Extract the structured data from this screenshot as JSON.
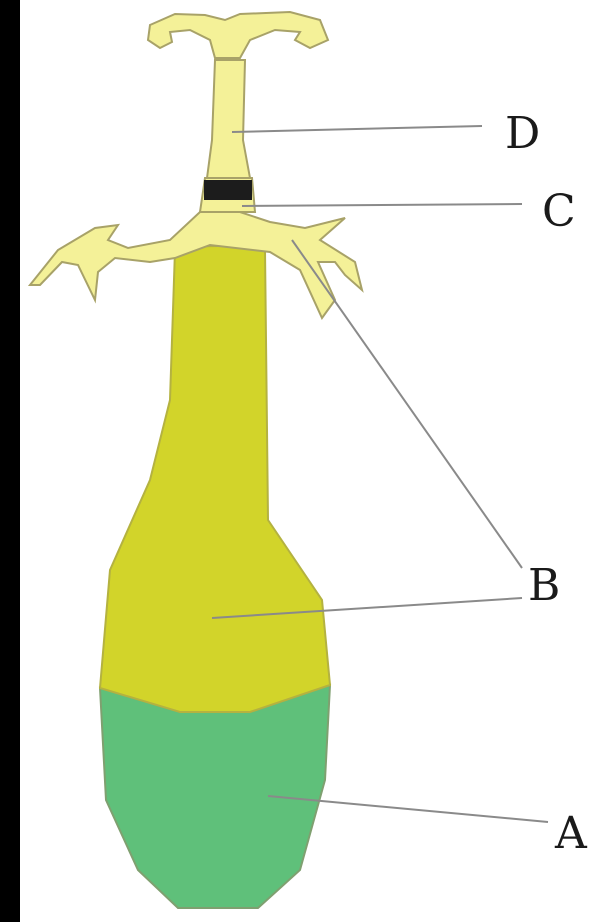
{
  "diagram": {
    "labels": {
      "a": "A",
      "b": "B",
      "c": "C",
      "d": "D"
    },
    "colors": {
      "background": "#000000",
      "panel": "#ffffff",
      "base_green": "#5fc07a",
      "body_olive": "#d2d42a",
      "stem_pale": "#f4f198",
      "band_dark": "#1c1c1c",
      "outline": "#9a9a60",
      "leader_line": "#8a8a8a"
    }
  }
}
